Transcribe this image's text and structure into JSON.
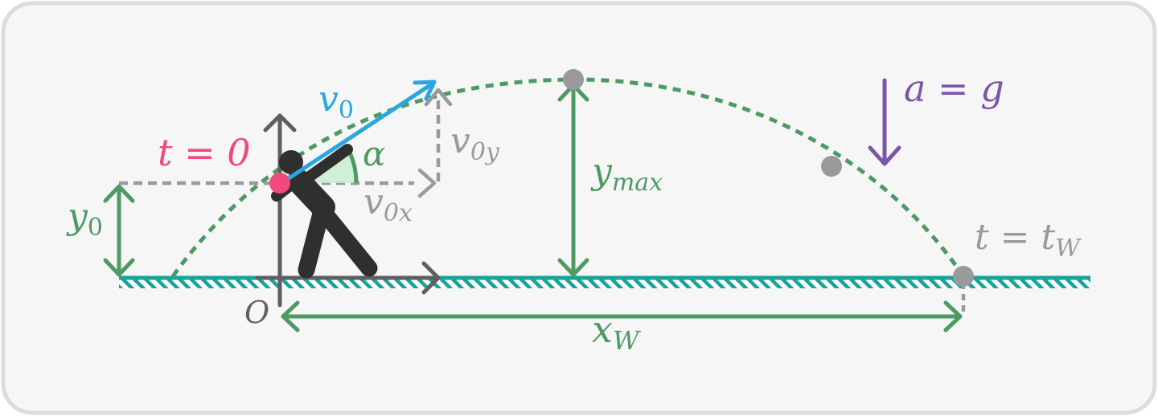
{
  "colors": {
    "panel_bg": "#f6f6f6",
    "panel_border": "#dcdcdc",
    "trajectory": "#4e9a64",
    "ground": "#1aa39a",
    "velocity": "#2aa6e0",
    "start_point": "#ef4a7b",
    "components": "#9a9a9a",
    "axes": "#5f5f5f",
    "acceleration": "#7b55a8",
    "person": "#2f2f2f",
    "angle_fill": "#c9efcf"
  },
  "labels": {
    "v0": {
      "base": "v",
      "sub": "0"
    },
    "t0": {
      "text": "t = 0"
    },
    "alpha": {
      "text": "α"
    },
    "v0y": {
      "base": "v",
      "sub": "0y"
    },
    "v0x": {
      "base": "v",
      "sub": "0x"
    },
    "y0": {
      "base": "y",
      "sub": "0"
    },
    "ymax": {
      "base": "y",
      "sub": "max"
    },
    "accel": {
      "text": "a = g"
    },
    "tw": {
      "prefix": "t = t",
      "sub": "W"
    },
    "origin": {
      "text": "O"
    },
    "xw": {
      "base": "x",
      "sub": "W"
    }
  },
  "icons": {
    "thrower": "person-throwing-icon"
  }
}
